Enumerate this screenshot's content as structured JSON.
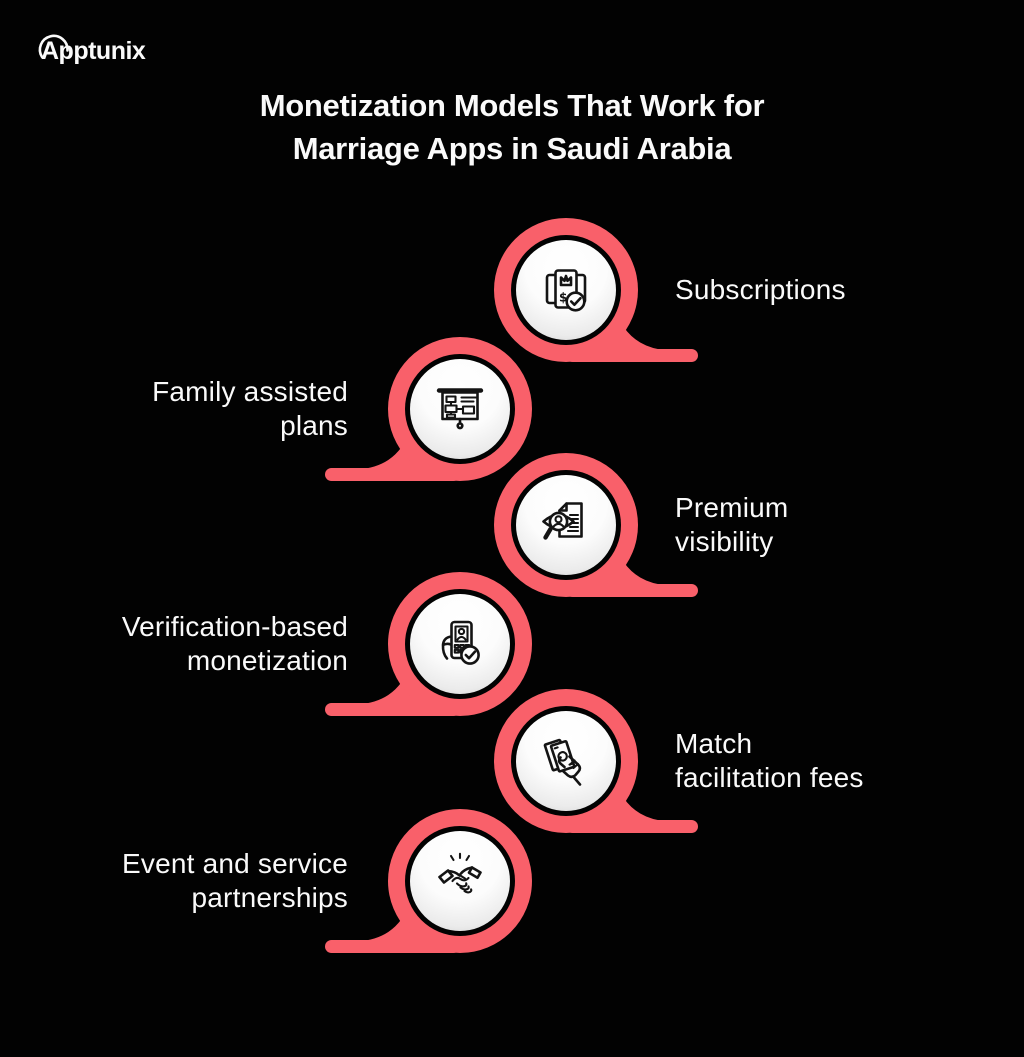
{
  "brand": {
    "logo_text": "Apptunix"
  },
  "title": "Monetization Models That Work for\nMarriage Apps in Saudi Arabia",
  "colors": {
    "background": "#020202",
    "accent_red": "#F9606A",
    "text": "#FAFAFA",
    "icon_stroke": "#141414"
  },
  "items": [
    {
      "label": "Subscriptions",
      "icon": "subscription-plan-icon"
    },
    {
      "label": "Family assisted\nplans",
      "icon": "family-plan-board-icon"
    },
    {
      "label": "Premium\nvisibility",
      "icon": "profile-visibility-icon"
    },
    {
      "label": "Verification-based\nmonetization",
      "icon": "id-verification-icon"
    },
    {
      "label": "Match\nfacilitation fees",
      "icon": "payment-hand-icon"
    },
    {
      "label": "Event and service\npartnerships",
      "icon": "handshake-icon"
    }
  ]
}
